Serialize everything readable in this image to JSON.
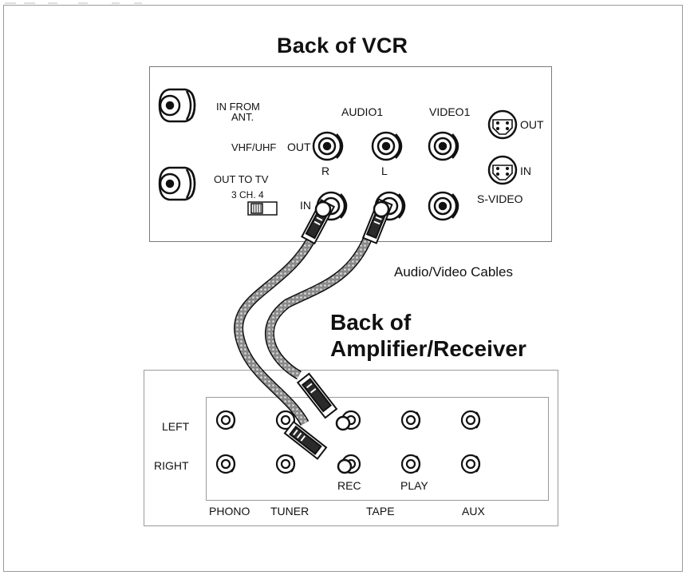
{
  "vcr": {
    "title": "Back of VCR",
    "in_from_ant_line1": "IN FROM",
    "in_from_ant_line2": "ANT.",
    "vhf_uhf": "VHF/UHF",
    "out_to_tv": "OUT TO TV",
    "channel_switch": "3 CH. 4",
    "audio1": "AUDIO1",
    "video1": "VIDEO1",
    "out": "OUT",
    "in": "IN",
    "r": "R",
    "l": "L",
    "svideo_out": "OUT",
    "svideo_in": "IN",
    "svideo": "S-VIDEO"
  },
  "cables_label": "Audio/Video Cables",
  "amp": {
    "title_line1": "Back of",
    "title_line2": "Amplifier/Receiver",
    "left": "LEFT",
    "right": "RIGHT",
    "rec": "REC",
    "play": "PLAY",
    "phono": "PHONO",
    "tuner": "TUNER",
    "tape": "TAPE",
    "aux": "AUX"
  }
}
